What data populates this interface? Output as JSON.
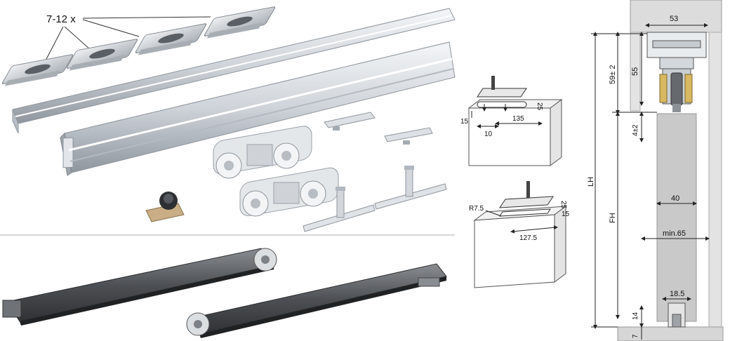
{
  "kit_panel": {
    "quantity_label": "7-12 x"
  },
  "installation_panel": {
    "top_detail": {
      "dim_15": "15",
      "dim_10": "10",
      "dim_135": "135",
      "dim_25": "25"
    },
    "bottom_detail": {
      "dim_r": "R7.5",
      "dim_25": "25",
      "dim_15": "15",
      "dim_127": "127.5"
    }
  },
  "section_panel": {
    "dim_53": "53",
    "dim_59": "59± 2",
    "dim_55": "55",
    "dim_4": "4±2",
    "dim_lh": "LH",
    "dim_fh": "FH",
    "dim_40": "40",
    "dim_min65": "min.65",
    "dim_185": "18.5",
    "dim_14": "14",
    "dim_7": "7"
  },
  "colors": {
    "aluminium": "#d9dde2",
    "aluminium_dark": "#9ea5ad",
    "wall": "#dcdcdc",
    "door": "#c9c9c9",
    "bracket_brass": "#d8b860",
    "damper_body": "#5f6266"
  }
}
